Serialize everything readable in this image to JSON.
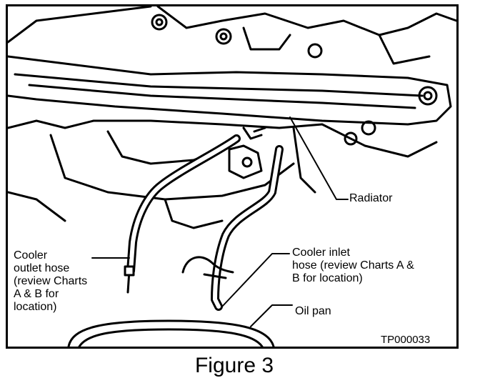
{
  "figure": {
    "labels": {
      "radiator": "Radiator",
      "outlet_hose": "Cooler\noutlet hose\n(review Charts\nA & B for\nlocation)",
      "inlet_hose": "Cooler inlet\nhose (review Charts A &\nB for location)",
      "oil_pan": "Oil pan",
      "code": "TP000033"
    },
    "caption": "Figure 3"
  }
}
